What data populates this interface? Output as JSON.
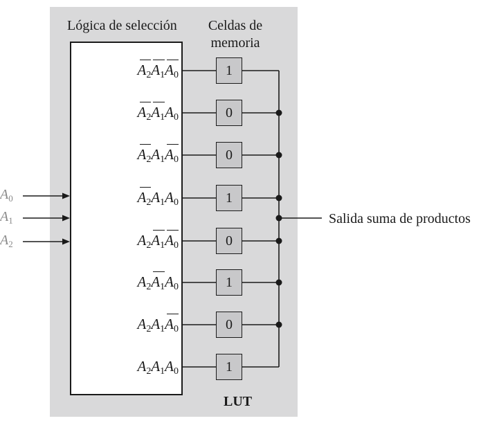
{
  "header": {
    "selection_logic_label": "Lógica de selección",
    "memory_cells_line1": "Celdas de",
    "memory_cells_line2": "memoria"
  },
  "lut_label": "LUT",
  "output_label": "Salida suma de productos",
  "inputs": [
    {
      "letter": "A",
      "sub": "0"
    },
    {
      "letter": "A",
      "sub": "1"
    },
    {
      "letter": "A",
      "sub": "2"
    }
  ],
  "rows": [
    {
      "terms": [
        {
          "l": "A",
          "s": "2",
          "bar": true
        },
        {
          "l": "A",
          "s": "1",
          "bar": true
        },
        {
          "l": "A",
          "s": "0",
          "bar": true
        }
      ],
      "cell": "1"
    },
    {
      "terms": [
        {
          "l": "A",
          "s": "2",
          "bar": true
        },
        {
          "l": "A",
          "s": "1",
          "bar": true
        },
        {
          "l": "A",
          "s": "0",
          "bar": false
        }
      ],
      "cell": "0"
    },
    {
      "terms": [
        {
          "l": "A",
          "s": "2",
          "bar": true
        },
        {
          "l": "A",
          "s": "1",
          "bar": false
        },
        {
          "l": "A",
          "s": "0",
          "bar": true
        }
      ],
      "cell": "0"
    },
    {
      "terms": [
        {
          "l": "A",
          "s": "2",
          "bar": true
        },
        {
          "l": "A",
          "s": "1",
          "bar": false
        },
        {
          "l": "A",
          "s": "0",
          "bar": false
        }
      ],
      "cell": "1"
    },
    {
      "terms": [
        {
          "l": "A",
          "s": "2",
          "bar": false
        },
        {
          "l": "A",
          "s": "1",
          "bar": true
        },
        {
          "l": "A",
          "s": "0",
          "bar": true
        }
      ],
      "cell": "0"
    },
    {
      "terms": [
        {
          "l": "A",
          "s": "2",
          "bar": false
        },
        {
          "l": "A",
          "s": "1",
          "bar": true
        },
        {
          "l": "A",
          "s": "0",
          "bar": false
        }
      ],
      "cell": "1"
    },
    {
      "terms": [
        {
          "l": "A",
          "s": "2",
          "bar": false
        },
        {
          "l": "A",
          "s": "1",
          "bar": false
        },
        {
          "l": "A",
          "s": "0",
          "bar": true
        }
      ],
      "cell": "0"
    },
    {
      "terms": [
        {
          "l": "A",
          "s": "2",
          "bar": false
        },
        {
          "l": "A",
          "s": "1",
          "bar": false
        },
        {
          "l": "A",
          "s": "0",
          "bar": false
        }
      ],
      "cell": "1"
    }
  ]
}
